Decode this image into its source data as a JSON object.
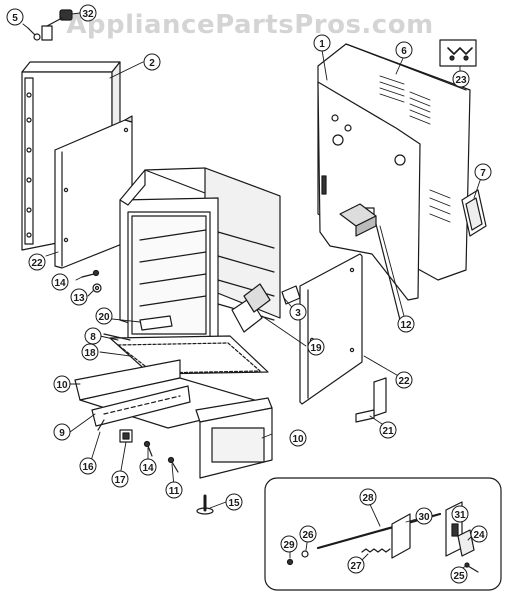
{
  "watermark": "AppliancePartsPros.com",
  "colors": {
    "ink": "#1a1a1a",
    "callout_fill": "#ffffff"
  },
  "callouts": [
    {
      "id": "c1",
      "label": "1"
    },
    {
      "id": "c2",
      "label": "2"
    },
    {
      "id": "c3",
      "label": "3"
    },
    {
      "id": "c5",
      "label": "5"
    },
    {
      "id": "c6",
      "label": "6"
    },
    {
      "id": "c7",
      "label": "7"
    },
    {
      "id": "c8",
      "label": "8"
    },
    {
      "id": "c9",
      "label": "9"
    },
    {
      "id": "c10a",
      "label": "10"
    },
    {
      "id": "c10b",
      "label": "10"
    },
    {
      "id": "c11",
      "label": "11"
    },
    {
      "id": "c12",
      "label": "12"
    },
    {
      "id": "c13",
      "label": "13"
    },
    {
      "id": "c14a",
      "label": "14"
    },
    {
      "id": "c14b",
      "label": "14"
    },
    {
      "id": "c15",
      "label": "15"
    },
    {
      "id": "c16",
      "label": "16"
    },
    {
      "id": "c17",
      "label": "17"
    },
    {
      "id": "c18",
      "label": "18"
    },
    {
      "id": "c19",
      "label": "19"
    },
    {
      "id": "c20",
      "label": "20"
    },
    {
      "id": "c21",
      "label": "21"
    },
    {
      "id": "c22a",
      "label": "22"
    },
    {
      "id": "c22b",
      "label": "22"
    },
    {
      "id": "c23",
      "label": "23"
    },
    {
      "id": "c24",
      "label": "24"
    },
    {
      "id": "c25",
      "label": "25"
    },
    {
      "id": "c26",
      "label": "26"
    },
    {
      "id": "c27",
      "label": "27"
    },
    {
      "id": "c28",
      "label": "28"
    },
    {
      "id": "c29",
      "label": "29"
    },
    {
      "id": "c30",
      "label": "30"
    },
    {
      "id": "c31",
      "label": "31"
    },
    {
      "id": "c32",
      "label": "32"
    }
  ]
}
